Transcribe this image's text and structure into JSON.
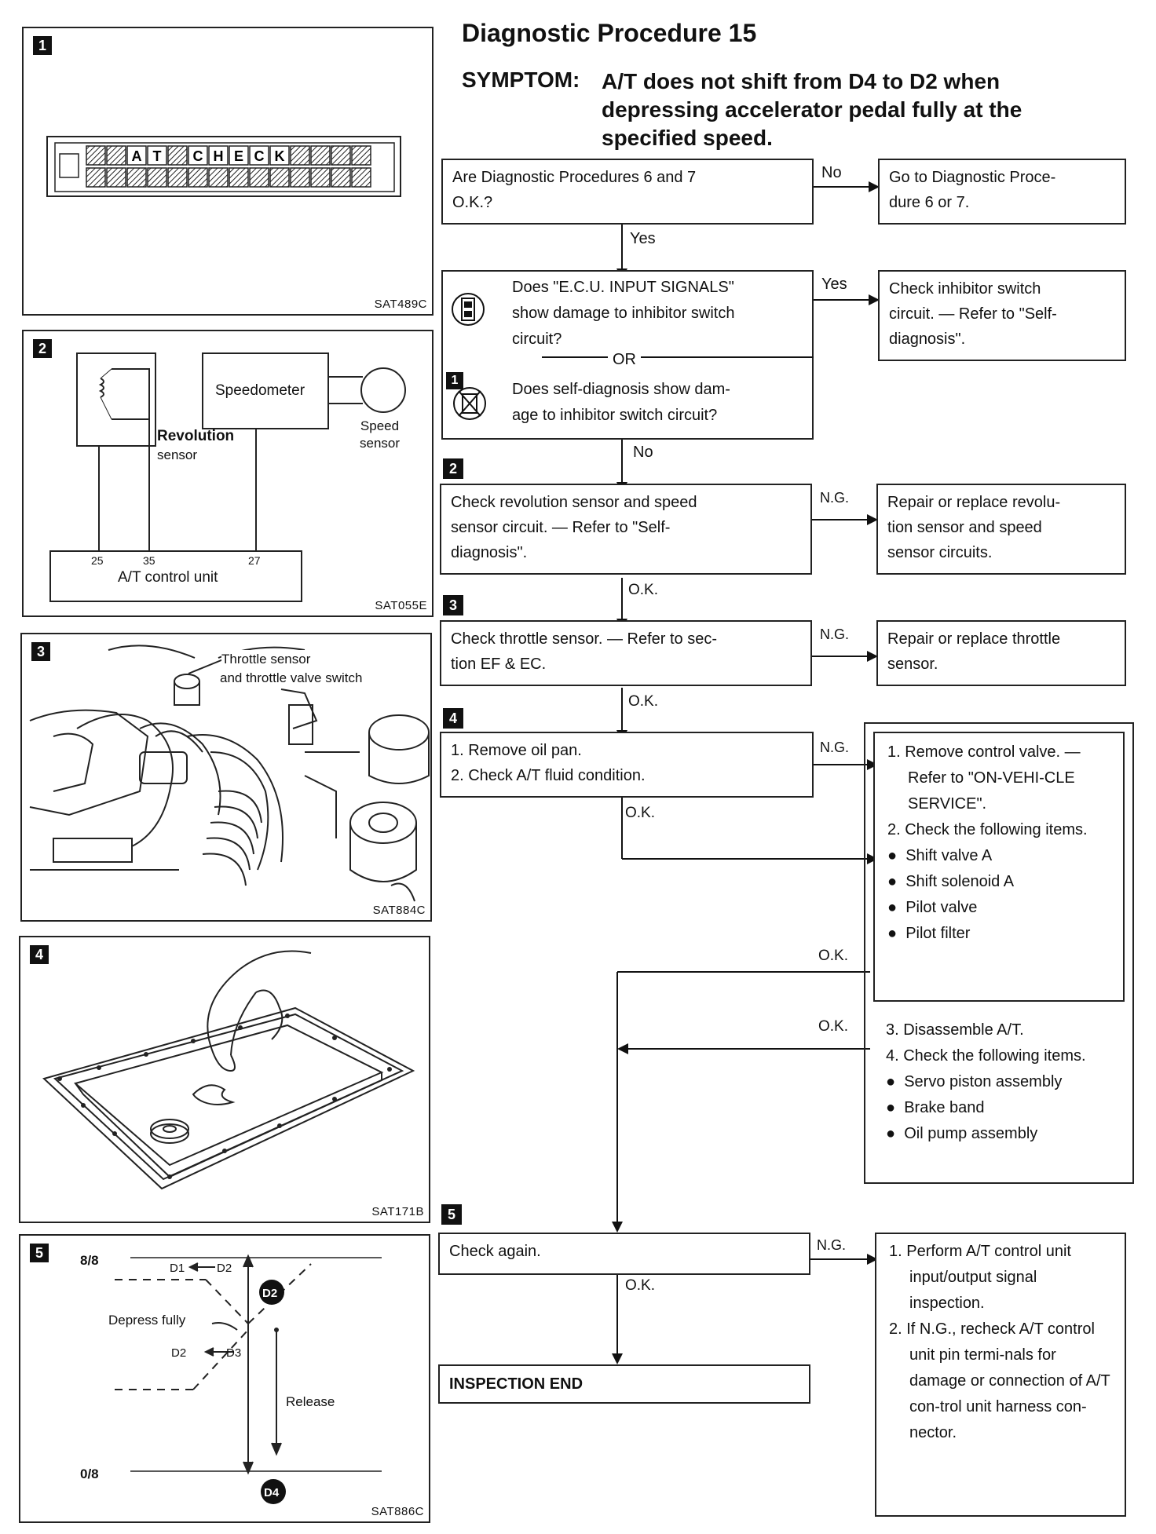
{
  "title": "Diagnostic Procedure 15",
  "symptom": {
    "label": "SYMPTOM:",
    "line1": "A/T does not shift from D4 to D2 when",
    "line2": "depressing accelerator pedal fully at the",
    "line3": "specified speed."
  },
  "panels": {
    "p1": {
      "number": "1",
      "fig": "SAT489C",
      "letters": [
        "A",
        "T",
        "C",
        "H",
        "E",
        "C",
        "K"
      ]
    },
    "p2": {
      "number": "2",
      "fig": "SAT055E",
      "speedometer": "Speedometer",
      "speed_sensor_1": "Speed",
      "speed_sensor_2": "sensor",
      "rev_sensor_1": "Revolution",
      "rev_sensor_2": "sensor",
      "pin25": "25",
      "pin35": "35",
      "pin27": "27",
      "control_unit": "A/T control unit"
    },
    "p3": {
      "number": "3",
      "fig": "SAT884C",
      "label1": "Throttle sensor",
      "label2": "and throttle valve switch"
    },
    "p4": {
      "number": "4",
      "fig": "SAT171B"
    },
    "p5": {
      "number": "5",
      "fig": "SAT886C",
      "top": "8/8",
      "bottom": "0/8",
      "d1": "D1",
      "d2a": "D2",
      "d2b": "D2",
      "d3": "D3",
      "d2circle": "D2",
      "d4circle": "D4",
      "depress": "Depress fully",
      "release": "Release"
    }
  },
  "flow": {
    "q1": {
      "line1": "Are Diagnostic Procedures 6 and 7",
      "line2": "O.K.?"
    },
    "q1_no": "No",
    "a1": {
      "line1": "Go to Diagnostic Proce-",
      "line2": "dure 6 or 7."
    },
    "q1_yes": "Yes",
    "q2": {
      "line1": "Does \"E.C.U. INPUT SIGNALS\"",
      "line2": "show damage to inhibitor switch",
      "line3": "circuit?",
      "or": "OR",
      "line4": "Does self-diagnosis show dam-",
      "line5": "age to inhibitor switch circuit?",
      "marker": "1"
    },
    "q2_yes": "Yes",
    "a2": {
      "line1": "Check inhibitor switch",
      "line2": "circuit. — Refer to \"Self-",
      "line3": "diagnosis\"."
    },
    "q2_no": "No",
    "s2": {
      "marker": "2",
      "line1": "Check revolution sensor and speed",
      "line2": "sensor circuit. — Refer to \"Self-",
      "line3": "diagnosis\"."
    },
    "s2_ng": "N.G.",
    "a3": {
      "line1": "Repair or replace revolu-",
      "line2": "tion sensor and speed",
      "line3": "sensor circuits."
    },
    "s2_ok": "O.K.",
    "s3": {
      "marker": "3",
      "line1": "Check throttle sensor. — Refer to sec-",
      "line2": "tion EF & EC."
    },
    "s3_ng": "N.G.",
    "a4": {
      "line1": "Repair or replace throttle",
      "line2": "sensor."
    },
    "s3_ok": "O.K.",
    "s4": {
      "marker": "4",
      "line1": "1. Remove oil pan.",
      "line2": "2. Check A/T fluid condition."
    },
    "s4_ng": "N.G.",
    "s4_ok": "O.K.",
    "a5": {
      "item1": "1. Remove control valve. — Refer to \"ON-VEHI-CLE SERVICE\".",
      "item2": "2. Check the following items.",
      "bullets": [
        "Shift valve A",
        "Shift solenoid A",
        "Pilot valve",
        "Pilot filter"
      ]
    },
    "a5_ok": "O.K.",
    "a6": {
      "item3": "3. Disassemble A/T.",
      "item4": "4. Check the following items.",
      "bullets": [
        "Servo piston assembly",
        "Brake band",
        "Oil pump assembly"
      ]
    },
    "a6_ok": "O.K.",
    "s5": {
      "marker": "5",
      "line1": "Check again."
    },
    "s5_ng": "N.G.",
    "s5_ok": "O.K.",
    "a7": {
      "item1": "1. Perform A/T control unit input/output signal inspection.",
      "item2": "2. If N.G., recheck A/T control unit pin termi-nals for damage or connection of A/T con-trol unit harness con-nector."
    },
    "end": "INSPECTION END"
  }
}
